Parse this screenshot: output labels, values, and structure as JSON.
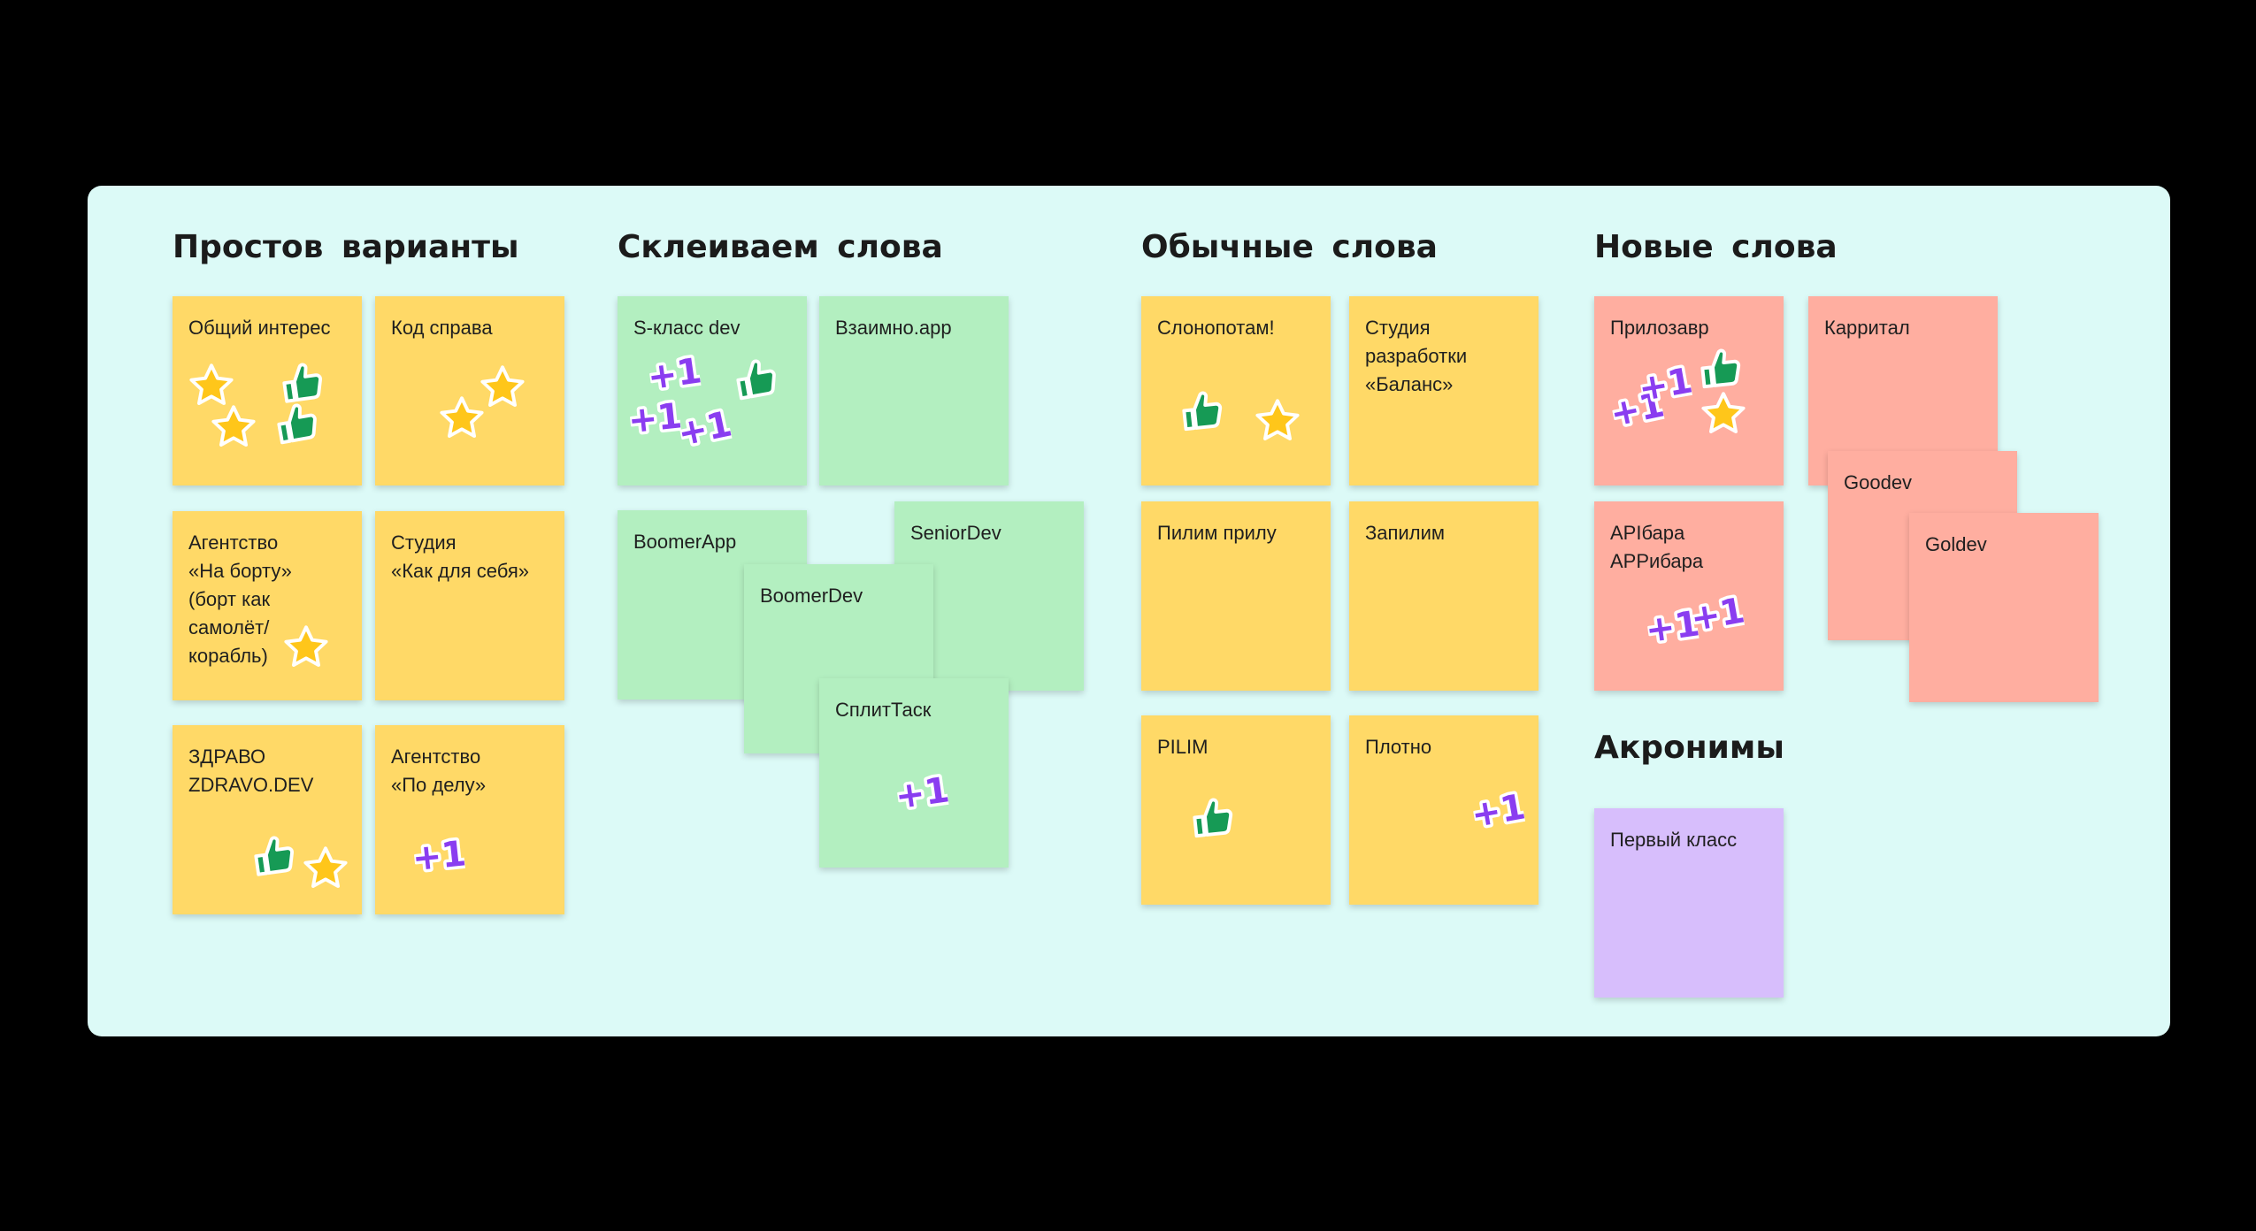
{
  "colors": {
    "page_background": "#000000",
    "board_background": "#dcfaf7",
    "sticky_yellow": "#ffd967",
    "sticky_green": "#b3efc0",
    "sticky_pink": "#ffaea0",
    "sticky_purple": "#d7befc",
    "star": "#ffc61a",
    "thumbs_up": "#169a55",
    "plus_one": "#8a3df0"
  },
  "sections": {
    "simple": {
      "title": "Простов  варианты",
      "notes": [
        {
          "text": "Общий интерес",
          "reactions": [
            "star-icon",
            "star-icon",
            "thumbs-up-icon",
            "thumbs-up-icon"
          ]
        },
        {
          "text": "Код справа",
          "reactions": [
            "star-icon",
            "star-icon"
          ]
        },
        {
          "text": "Агентство\n«На борту»\n(борт как\nсамолёт/\nкорабль)",
          "reactions": [
            "star-icon"
          ]
        },
        {
          "text": "Студия\n«Как для себя»",
          "reactions": []
        },
        {
          "text": "ЗДРАВО\nZDRAVO.DEV",
          "reactions": [
            "thumbs-up-icon",
            "star-icon"
          ]
        },
        {
          "text": "Агентство\n«По делу»",
          "reactions": [
            "plus-one-icon"
          ]
        }
      ]
    },
    "glued": {
      "title": "Склеиваем  слова",
      "notes": [
        {
          "text": "S-класс dev",
          "reactions": [
            "plus-one-icon",
            "plus-one-icon",
            "plus-one-icon",
            "thumbs-up-icon"
          ]
        },
        {
          "text": "Взаимно.app",
          "reactions": []
        },
        {
          "text": "BoomerApp",
          "reactions": []
        },
        {
          "text": "SeniorDev",
          "reactions": []
        },
        {
          "text": "BoomerDev",
          "reactions": []
        },
        {
          "text": "СплитТаск",
          "reactions": [
            "plus-one-icon"
          ]
        }
      ]
    },
    "ordinary": {
      "title": "Обычные  слова",
      "notes": [
        {
          "text": "Слонопотам!",
          "reactions": [
            "thumbs-up-icon",
            "star-icon"
          ]
        },
        {
          "text": "Студия\nразработки\n«Баланс»",
          "reactions": []
        },
        {
          "text": "Пилим прилу",
          "reactions": []
        },
        {
          "text": "Запилим",
          "reactions": []
        },
        {
          "text": "PILIM",
          "reactions": [
            "thumbs-up-icon"
          ]
        },
        {
          "text": "Плотно",
          "reactions": [
            "plus-one-icon"
          ]
        }
      ]
    },
    "new_words": {
      "title": "Новые  слова",
      "notes": [
        {
          "text": "Прилозавр",
          "reactions": [
            "plus-one-icon",
            "plus-one-icon",
            "thumbs-up-icon",
            "star-icon"
          ]
        },
        {
          "text": "Карритал",
          "reactions": []
        },
        {
          "text": "Goodev",
          "reactions": []
        },
        {
          "text": "Goldev",
          "reactions": []
        },
        {
          "text": "APIбара\nAPPибара",
          "reactions": [
            "plus-one-icon",
            "plus-one-icon"
          ]
        }
      ]
    },
    "acronyms": {
      "title": "Акронимы",
      "notes": [
        {
          "text": "Первый класс",
          "reactions": []
        }
      ]
    }
  }
}
